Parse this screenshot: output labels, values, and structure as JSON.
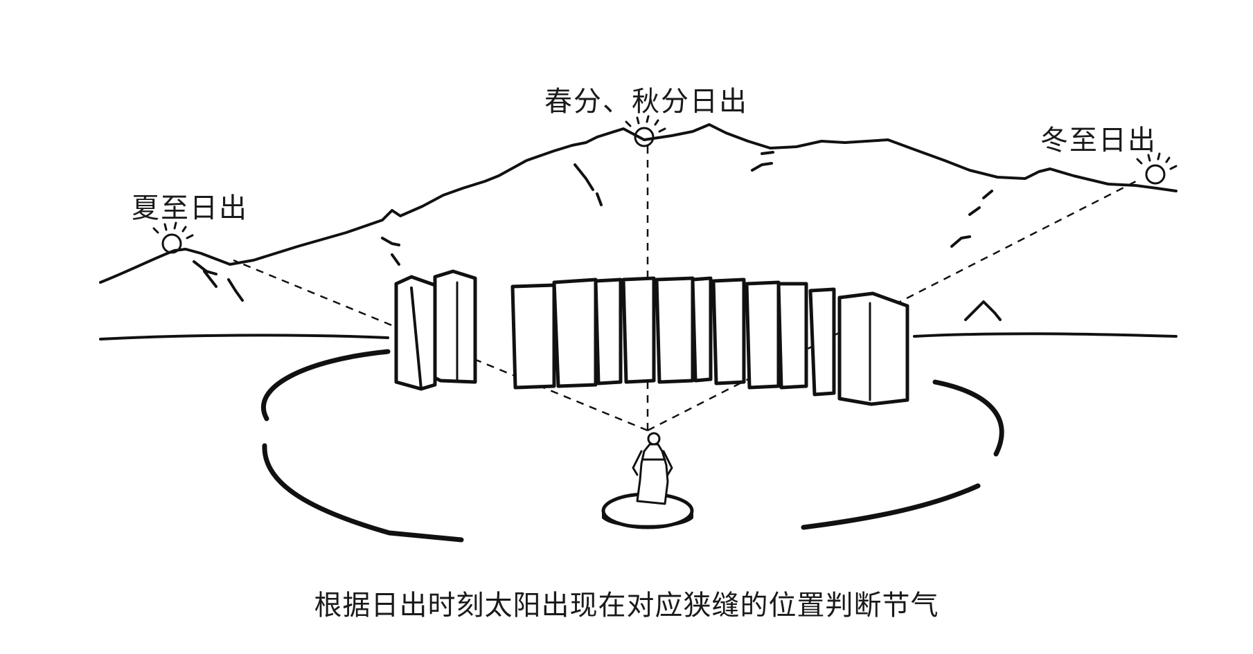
{
  "labels": {
    "equinox_sunrise": "春分、秋分日出",
    "summer_solstice_sunrise": "夏至日出",
    "winter_solstice_sunrise": "冬至日出"
  },
  "caption": "根据日出时刻太阳出现在对应狭缝的位置判断节气",
  "icons": [
    "sun-icon",
    "observer-figure",
    "stone-pillar"
  ],
  "colors": {
    "ink": "#111111",
    "background": "#ffffff"
  }
}
